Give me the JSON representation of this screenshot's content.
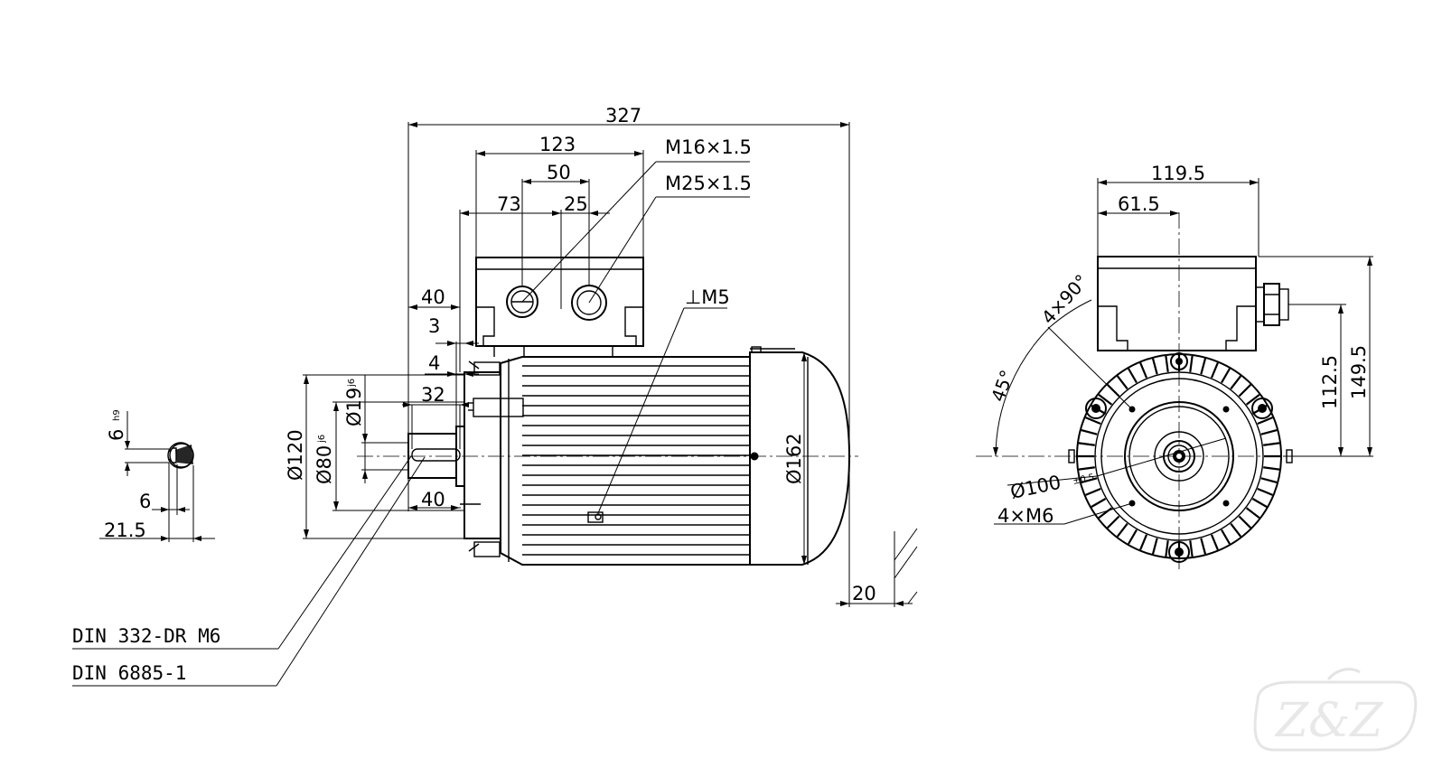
{
  "side_view": {
    "overall_length": "327",
    "terminal_box_length": "123",
    "gland_pitch": "50",
    "gland_offset": "73",
    "gland_offset_small": "25",
    "gland_small_thread": "M16×1.5",
    "gland_large_thread": "M25×1.5",
    "shaft_length": "40",
    "flange_step": "3",
    "flange_thickness": "4",
    "key_length": "32",
    "key_distance": "40",
    "earth_screw": "⊥M5",
    "flange_diameter": "Ø120",
    "spigot_diameter": "Ø80",
    "spigot_tolerance": "j6",
    "shaft_diameter": "Ø19",
    "shaft_tolerance": "j6",
    "housing_diameter": "Ø162",
    "fan_clearance": "20"
  },
  "key_section": {
    "key_width": "6",
    "key_tolerance": "h9",
    "key_depth": "6",
    "shaft_height": "21.5"
  },
  "notes": {
    "centre_hole": "DIN 332-DR M6",
    "key_standard": "DIN 6885-1"
  },
  "end_view": {
    "box_width": "119.5",
    "box_offset": "61.5",
    "hole_pattern": "4×90°",
    "hole_angle": "45°",
    "pitch_circle": "Ø100",
    "pitch_tolerance": "±0.5",
    "tapped_holes": "4×M6",
    "centre_height": "112.5",
    "total_height": "149.5"
  },
  "watermark": "Z&Z"
}
